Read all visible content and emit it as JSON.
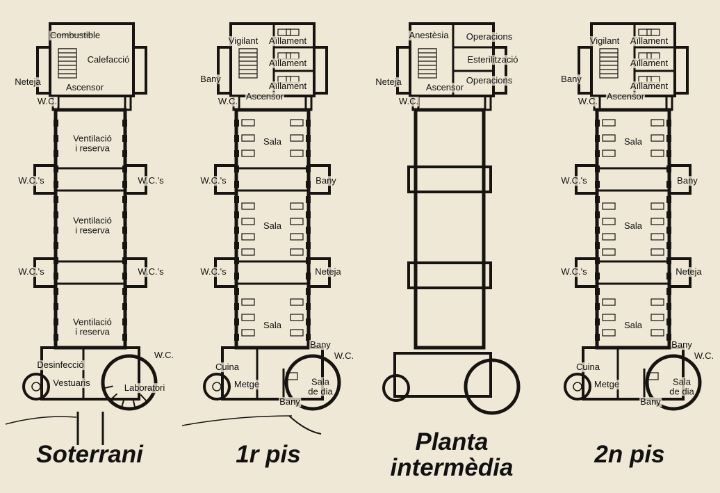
{
  "plans": [
    {
      "id": "soterrani",
      "title": "Soterrani",
      "labels": [
        {
          "name": "combustible",
          "text": "Combustible"
        },
        {
          "name": "calefaccio",
          "text": "Calefacció"
        },
        {
          "name": "neteja",
          "text": "Neteja"
        },
        {
          "name": "ascensor",
          "text": "Ascensor"
        },
        {
          "name": "wc-top",
          "text": "W.C."
        },
        {
          "name": "ventilacio-1",
          "text": "Ventilació\ni reserva"
        },
        {
          "name": "wcs-left-1",
          "text": "W.C.'s"
        },
        {
          "name": "wcs-right-1",
          "text": "W.C.'s"
        },
        {
          "name": "ventilacio-2",
          "text": "Ventilació\ni reserva"
        },
        {
          "name": "wcs-left-2",
          "text": "W.C.'s"
        },
        {
          "name": "wcs-right-2",
          "text": "W.C.'s"
        },
        {
          "name": "ventilacio-3",
          "text": "Ventilació\ni reserva"
        },
        {
          "name": "wc-bottom",
          "text": "W.C."
        },
        {
          "name": "desinfeccio",
          "text": "Desinfecció"
        },
        {
          "name": "vestuaris",
          "text": "Vestuaris"
        },
        {
          "name": "laboratori",
          "text": "Laboratori"
        }
      ]
    },
    {
      "id": "pis-1",
      "title": "1r pis",
      "labels": [
        {
          "name": "vigilant",
          "text": "Vigilant"
        },
        {
          "name": "aillament-1",
          "text": "Aïllament"
        },
        {
          "name": "aillament-2",
          "text": "Aïllament"
        },
        {
          "name": "aillament-3",
          "text": "Aïllament"
        },
        {
          "name": "bany-top",
          "text": "Bany"
        },
        {
          "name": "wc-top",
          "text": "W.C."
        },
        {
          "name": "ascensor",
          "text": "Ascensor"
        },
        {
          "name": "sala-1",
          "text": "Sala"
        },
        {
          "name": "wcs-1",
          "text": "W.C.'s"
        },
        {
          "name": "bany-mid",
          "text": "Bany"
        },
        {
          "name": "sala-2",
          "text": "Sala"
        },
        {
          "name": "wcs-2",
          "text": "W.C.'s"
        },
        {
          "name": "neteja",
          "text": "Neteja"
        },
        {
          "name": "sala-3",
          "text": "Sala"
        },
        {
          "name": "bany-low",
          "text": "Bany"
        },
        {
          "name": "wc-low",
          "text": "W.C."
        },
        {
          "name": "cuina",
          "text": "Cuina"
        },
        {
          "name": "metge",
          "text": "Metge"
        },
        {
          "name": "sala-de-dia",
          "text": "Sala\nde dia"
        },
        {
          "name": "bany-bottom",
          "text": "Bany"
        }
      ]
    },
    {
      "id": "planta-intermedia",
      "title": "Planta\nintermèdia",
      "labels": [
        {
          "name": "anestesia",
          "text": "Anestèsia"
        },
        {
          "name": "operacions-1",
          "text": "Operacions"
        },
        {
          "name": "esterilitzacio",
          "text": "Esterilització"
        },
        {
          "name": "operacions-2",
          "text": "Operacions"
        },
        {
          "name": "neteja",
          "text": "Neteja"
        },
        {
          "name": "ascensor",
          "text": "Ascensor"
        },
        {
          "name": "wc-top",
          "text": "W.C."
        }
      ]
    },
    {
      "id": "pis-2",
      "title": "2n pis",
      "labels": [
        {
          "name": "vigilant",
          "text": "Vigilant"
        },
        {
          "name": "aillament-1",
          "text": "Aïllament"
        },
        {
          "name": "aillament-2",
          "text": "Aïllament"
        },
        {
          "name": "aillament-3",
          "text": "Aïllament"
        },
        {
          "name": "bany-top",
          "text": "Bany"
        },
        {
          "name": "wc-top",
          "text": "W.C."
        },
        {
          "name": "ascensor",
          "text": "Ascensor"
        },
        {
          "name": "sala-1",
          "text": "Sala"
        },
        {
          "name": "wcs-1",
          "text": "W.C.'s"
        },
        {
          "name": "bany-mid",
          "text": "Bany"
        },
        {
          "name": "sala-2",
          "text": "Sala"
        },
        {
          "name": "wcs-2",
          "text": "W.C.'s"
        },
        {
          "name": "neteja",
          "text": "Neteja"
        },
        {
          "name": "sala-3",
          "text": "Sala"
        },
        {
          "name": "bany-low",
          "text": "Bany"
        },
        {
          "name": "wc-low",
          "text": "W.C."
        },
        {
          "name": "cuina",
          "text": "Cuina"
        },
        {
          "name": "metge",
          "text": "Metge"
        },
        {
          "name": "sala-de-dia",
          "text": "Sala\nde dia"
        },
        {
          "name": "bany-bottom",
          "text": "Bany"
        }
      ]
    }
  ],
  "colors": {
    "paper": "#efe8d6",
    "wall": "#161310",
    "text": "#111111"
  }
}
